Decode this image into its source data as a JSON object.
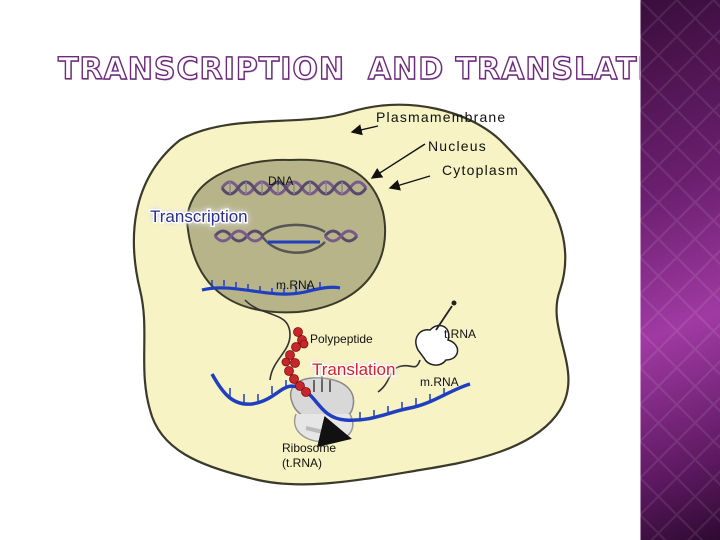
{
  "title": "TRANSCRIPTION  AND TRANSLATION",
  "labels": {
    "plasma_membrane": "Plasmamembrane",
    "nucleus": "Nucleus",
    "cytoplasm": "Cytoplasm",
    "dna": "DNA",
    "transcription": "Transcription",
    "mrna_nucleus": "m.RNA",
    "polypeptide": "Polypeptide",
    "trna": "t.RNA",
    "translation": "Translation",
    "mrna_cytoplasm": "m.RNA",
    "ribosome_line1": "Ribosome",
    "ribosome_line2": "(t.RNA)"
  },
  "colors": {
    "cytoplasm_fill": "#f7f3c4",
    "nucleus_fill": "#b7b48a",
    "title_outline": "#6b2a7a",
    "side_band": "#8a2d8e",
    "rna_strand": "#1f3fbf",
    "polypeptide": "#c8262a",
    "translation_text": "#d42020",
    "transcription_text": "#2a2f8c"
  }
}
